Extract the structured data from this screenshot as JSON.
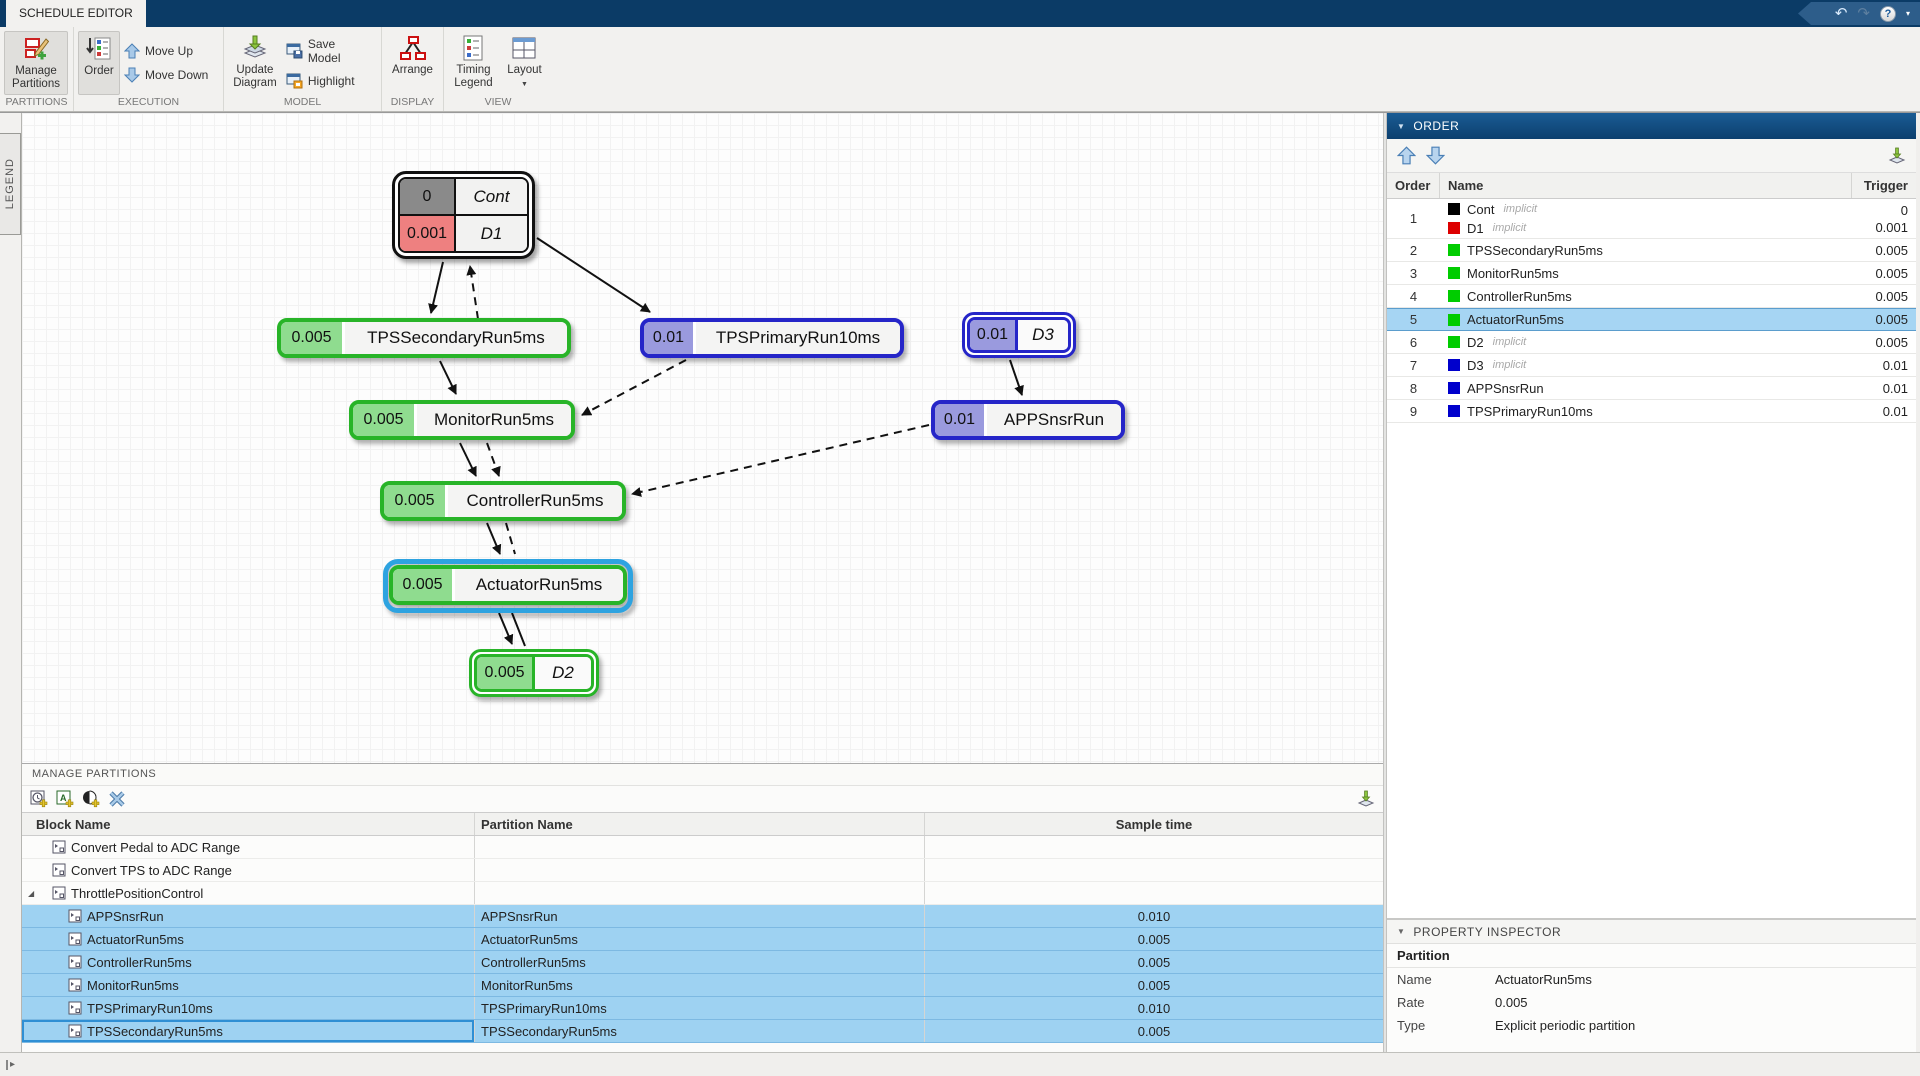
{
  "window": {
    "tab_label": "SCHEDULE EDITOR"
  },
  "icons": {
    "undo": "↶",
    "redo": "↷",
    "help": "?",
    "help_caret": "▾",
    "panel_collapse": "▼",
    "tree_expanded": "◢",
    "layout_caret": "▼",
    "status_expand": "▸"
  },
  "toolbar": {
    "buttons": {
      "manage_partitions": "Manage Partitions",
      "order": "Order",
      "move_up": "Move Up",
      "move_down": "Move Down",
      "update_diagram": "Update Diagram",
      "save_model": "Save Model",
      "highlight": "Highlight",
      "arrange": "Arrange",
      "timing_legend": "Timing Legend",
      "layout": "Layout"
    },
    "groups": [
      "PARTITIONS",
      "EXECUTION",
      "MODEL",
      "DISPLAY",
      "VIEW"
    ]
  },
  "legend": {
    "tab_label": "LEGEND"
  },
  "colors": {
    "titlebar": "#0b3b66",
    "panel_header": "#0c3f6e",
    "selection_ring": "#2ea3e0",
    "green_border": "#28b428",
    "green_fill": "#8fdc8f",
    "blue_border": "#2525c8",
    "blue_fill": "#9a9ade",
    "implicit_gray": "#8a8a8a",
    "implicit_red": "#ee8080",
    "row_selected": "#9ed2f2",
    "swatch_black": "#000000",
    "swatch_red": "#dd0000",
    "swatch_green": "#00cc00",
    "swatch_blue": "#0000cc"
  },
  "diagram": {
    "cont_d1": {
      "rows": [
        {
          "rate": "0",
          "name": "Cont"
        },
        {
          "rate": "0.001",
          "name": "D1"
        }
      ]
    },
    "blocks": [
      {
        "rate": "0.005",
        "name": "TPSSecondaryRun5ms"
      },
      {
        "rate": "0.01",
        "name": "TPSPrimaryRun10ms"
      },
      {
        "rate": "0.01",
        "name": "D3"
      },
      {
        "rate": "0.005",
        "name": "MonitorRun5ms"
      },
      {
        "rate": "0.01",
        "name": "APPSnsrRun"
      },
      {
        "rate": "0.005",
        "name": "ControllerRun5ms"
      },
      {
        "rate": "0.005",
        "name": "ActuatorRun5ms"
      },
      {
        "rate": "0.005",
        "name": "D2"
      }
    ]
  },
  "order_panel": {
    "title": "ORDER",
    "columns": {
      "order": "Order",
      "name": "Name",
      "trigger": "Trigger"
    },
    "rows": [
      {
        "order": "1",
        "entries": [
          {
            "name": "Cont",
            "tag": "implicit",
            "trigger": "0"
          },
          {
            "name": "D1",
            "tag": "implicit",
            "trigger": "0.001"
          }
        ]
      },
      {
        "order": "2",
        "name": "TPSSecondaryRun5ms",
        "trigger": "0.005"
      },
      {
        "order": "3",
        "name": "MonitorRun5ms",
        "trigger": "0.005"
      },
      {
        "order": "4",
        "name": "ControllerRun5ms",
        "trigger": "0.005"
      },
      {
        "order": "5",
        "name": "ActuatorRun5ms",
        "trigger": "0.005"
      },
      {
        "order": "6",
        "name": "D2",
        "tag": "implicit",
        "trigger": "0.005"
      },
      {
        "order": "7",
        "name": "D3",
        "tag": "implicit",
        "trigger": "0.01"
      },
      {
        "order": "8",
        "name": "APPSnsrRun",
        "trigger": "0.01"
      },
      {
        "order": "9",
        "name": "TPSPrimaryRun10ms",
        "trigger": "0.01"
      }
    ]
  },
  "manage_partitions": {
    "title": "MANAGE PARTITIONS",
    "columns": {
      "block": "Block Name",
      "partition": "Partition Name",
      "sample": "Sample time"
    },
    "rows": [
      {
        "block": "Convert Pedal to ADC Range",
        "partition": "",
        "sample": ""
      },
      {
        "block": "Convert TPS to ADC Range",
        "partition": "",
        "sample": ""
      },
      {
        "block": "ThrottlePositionControl",
        "partition": "",
        "sample": ""
      },
      {
        "block": "APPSnsrRun",
        "partition": "APPSnsrRun",
        "sample": "0.010"
      },
      {
        "block": "ActuatorRun5ms",
        "partition": "ActuatorRun5ms",
        "sample": "0.005"
      },
      {
        "block": "ControllerRun5ms",
        "partition": "ControllerRun5ms",
        "sample": "0.005"
      },
      {
        "block": "MonitorRun5ms",
        "partition": "MonitorRun5ms",
        "sample": "0.005"
      },
      {
        "block": "TPSPrimaryRun10ms",
        "partition": "TPSPrimaryRun10ms",
        "sample": "0.010"
      },
      {
        "block": "TPSSecondaryRun5ms",
        "partition": "TPSSecondaryRun5ms",
        "sample": "0.005"
      }
    ]
  },
  "property_inspector": {
    "title": "PROPERTY INSPECTOR",
    "section": "Partition",
    "fields": [
      {
        "label": "Name",
        "value": "ActuatorRun5ms"
      },
      {
        "label": "Rate",
        "value": "0.005"
      },
      {
        "label": "Type",
        "value": "Explicit periodic partition"
      }
    ]
  }
}
